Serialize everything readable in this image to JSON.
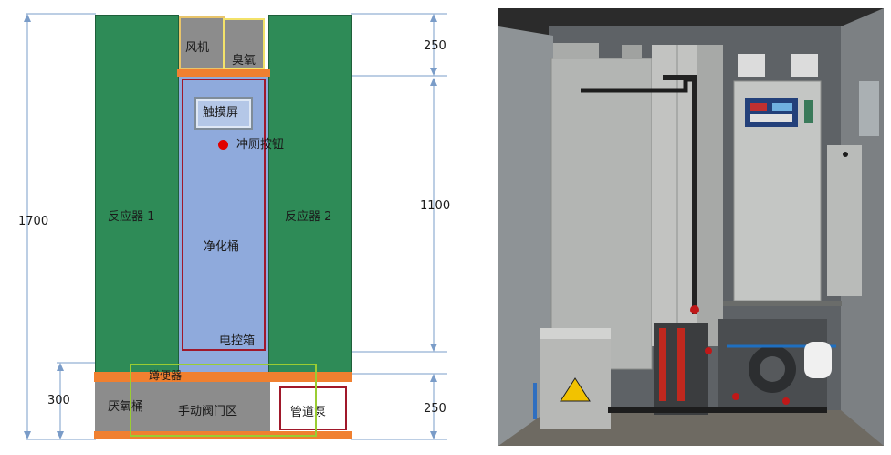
{
  "diagram": {
    "dimensions": {
      "total_height": "1700",
      "top_section": "250",
      "middle_section": "1100",
      "left_bottom": "300",
      "right_bottom": "250"
    },
    "components": {
      "fan": "风机",
      "ozone": "臭氧",
      "touch_screen": "触摸屏",
      "flush_button": "冲厕按钮",
      "reactor_1": "反应器 1",
      "reactor_2": "反应器 2",
      "purification_tank": "净化桶",
      "electric_box": "电控箱",
      "toilet": "蹲便器",
      "anaerobic_tank": "厌氧桶",
      "manual_valve_area": "手动阀门区",
      "pipeline_pump": "管道泵"
    },
    "colors": {
      "reactor": "#2e8b57",
      "purification": "#8faadc",
      "frame_red": "#a0182a",
      "orange_bar": "#f08030",
      "grey_box": "#8c8c8c",
      "touch_screen": "#b4c7e7",
      "flush_dot": "#e00000",
      "highlight_green": "#9acd32",
      "dim_line": "#7a9cc8"
    }
  }
}
